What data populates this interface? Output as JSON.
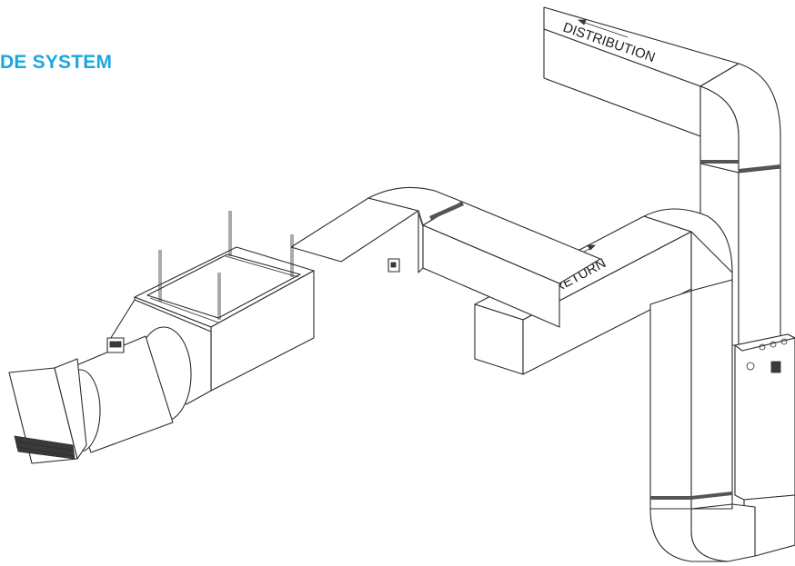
{
  "heading": {
    "text": "DE SYSTEM",
    "color": "#1ba6dd"
  },
  "labels": {
    "distribution": "DISTRIBUTION",
    "return": "RETURN"
  }
}
